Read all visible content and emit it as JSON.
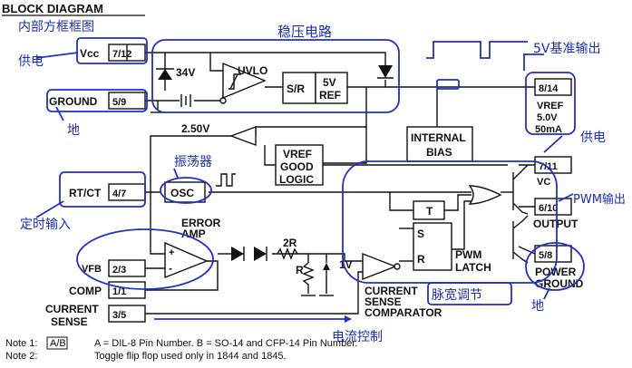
{
  "title": "BLOCK DIAGRAM",
  "pins": {
    "vcc": {
      "name": "Vcc",
      "num": "7/12"
    },
    "ground": {
      "name": "GROUND",
      "num": "5/9"
    },
    "rtct": {
      "name": "RT/CT",
      "num": "4/7"
    },
    "vfb": {
      "name": "VFB",
      "num": "2/3"
    },
    "comp": {
      "name": "COMP",
      "num": "1/1"
    },
    "current_sense_1": "CURRENT",
    "current_sense_2": "SENSE",
    "current_sense_num": "3/5",
    "vref": {
      "num": "8/14",
      "name": "VREF",
      "v1": "5.0V",
      "v2": "50mA"
    },
    "vc": {
      "num": "7/11",
      "name": "VC"
    },
    "output": {
      "num": "6/10",
      "name": "OUTPUT"
    },
    "power_ground": {
      "num": "5/8",
      "name1": "POWER",
      "name2": "GROUND"
    }
  },
  "blocks": {
    "zener": "34V",
    "uvlo": "UVLO",
    "sr": "S/R",
    "ref_5v": "5V",
    "ref_label": "REF",
    "v250": "2.50V",
    "internal_1": "INTERNAL",
    "internal_2": "BIAS",
    "vref_good_1": "VREF",
    "vref_good_2": "GOOD",
    "vref_good_3": "LOGIC",
    "osc": "OSC",
    "error_amp_1": "ERROR",
    "error_amp_2": "AMP",
    "r2r": "2R",
    "r": "R",
    "v1": "1V",
    "ff_t": "T",
    "ff_s": "S",
    "ff_r": "R",
    "pwm_1": "PWM",
    "pwm_2": "LATCH",
    "csc_1": "CURRENT",
    "csc_2": "SENSE",
    "csc_3": "COMPARATOR"
  },
  "notes": {
    "note1_label": "Note 1:",
    "note1_box": "A/B",
    "note1_text": "A = DIL-8 Pin Number. B = SO-14 and CFP-14 Pin Number.",
    "note2_label": "Note 2:",
    "note2_text": "Toggle flip flop used only in 1844 and 1845."
  },
  "annotations": {
    "internal_block": "内部方框框图",
    "regulator": "稳压电路",
    "supply": "供电",
    "ground": "地",
    "ref_out": "5V基准输出",
    "vc_supply": "供电",
    "pwm_out": "PWM输出",
    "oscillator": "振荡器",
    "timing_in": "定时输入",
    "pwm_adjust": "脉宽调节",
    "pg_ground": "地",
    "current_ctrl": "电流控制"
  }
}
